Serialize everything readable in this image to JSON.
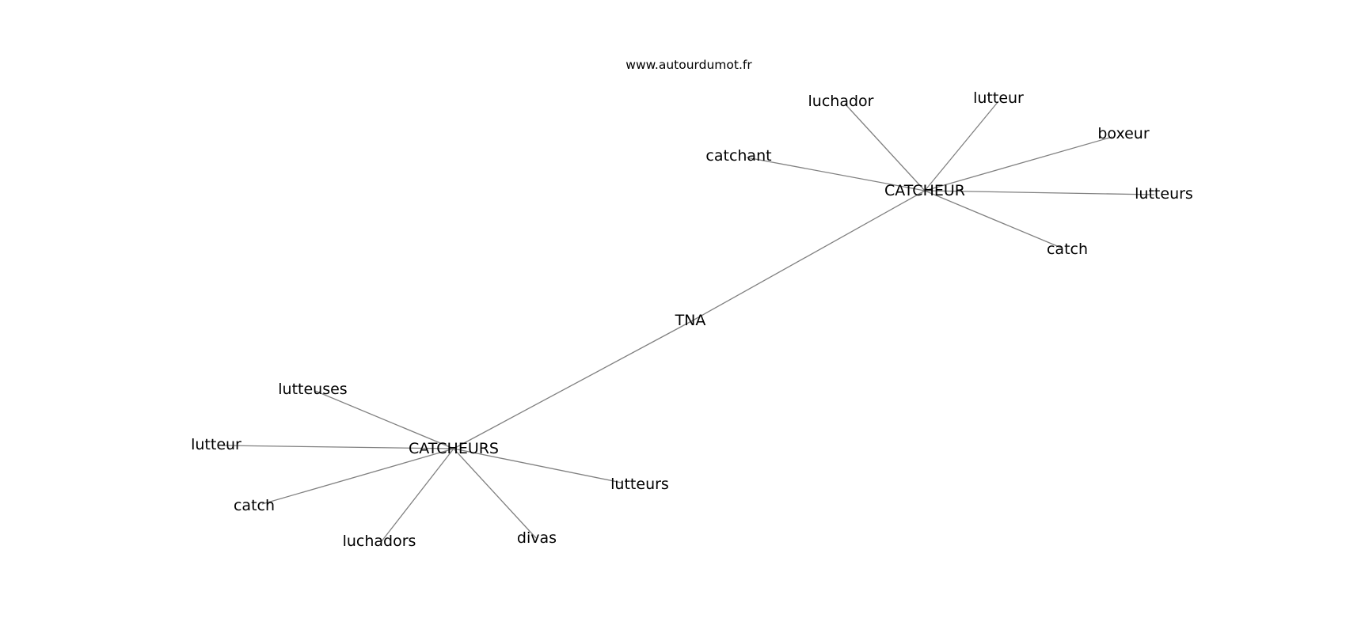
{
  "watermark": "www.autourdumot.fr",
  "colors": {
    "background": "#ffffff",
    "edge": "#808080",
    "text": "#000000"
  },
  "nodes": {
    "tna": "TNA",
    "catcheur": "CATCHEUR",
    "catcheurs": "CATCHEURS",
    "catcheur_luchador": "luchador",
    "catcheur_lutteur": "lutteur",
    "catcheur_boxeur": "boxeur",
    "catcheur_catchant": "catchant",
    "catcheur_lutteurs": "lutteurs",
    "catcheur_catch": "catch",
    "catcheurs_lutteuses": "lutteuses",
    "catcheurs_lutteur": "lutteur",
    "catcheurs_catch": "catch",
    "catcheurs_luchadors": "luchadors",
    "catcheurs_divas": "divas",
    "catcheurs_lutteurs": "lutteurs"
  },
  "edges": [
    [
      "tna",
      "catcheur"
    ],
    [
      "tna",
      "catcheurs"
    ],
    [
      "catcheur",
      "catcheur_luchador"
    ],
    [
      "catcheur",
      "catcheur_lutteur"
    ],
    [
      "catcheur",
      "catcheur_boxeur"
    ],
    [
      "catcheur",
      "catcheur_catchant"
    ],
    [
      "catcheur",
      "catcheur_lutteurs"
    ],
    [
      "catcheur",
      "catcheur_catch"
    ],
    [
      "catcheurs",
      "catcheurs_lutteuses"
    ],
    [
      "catcheurs",
      "catcheurs_lutteur"
    ],
    [
      "catcheurs",
      "catcheurs_catch"
    ],
    [
      "catcheurs",
      "catcheurs_luchadors"
    ],
    [
      "catcheurs",
      "catcheurs_divas"
    ],
    [
      "catcheurs",
      "catcheurs_lutteurs"
    ]
  ]
}
